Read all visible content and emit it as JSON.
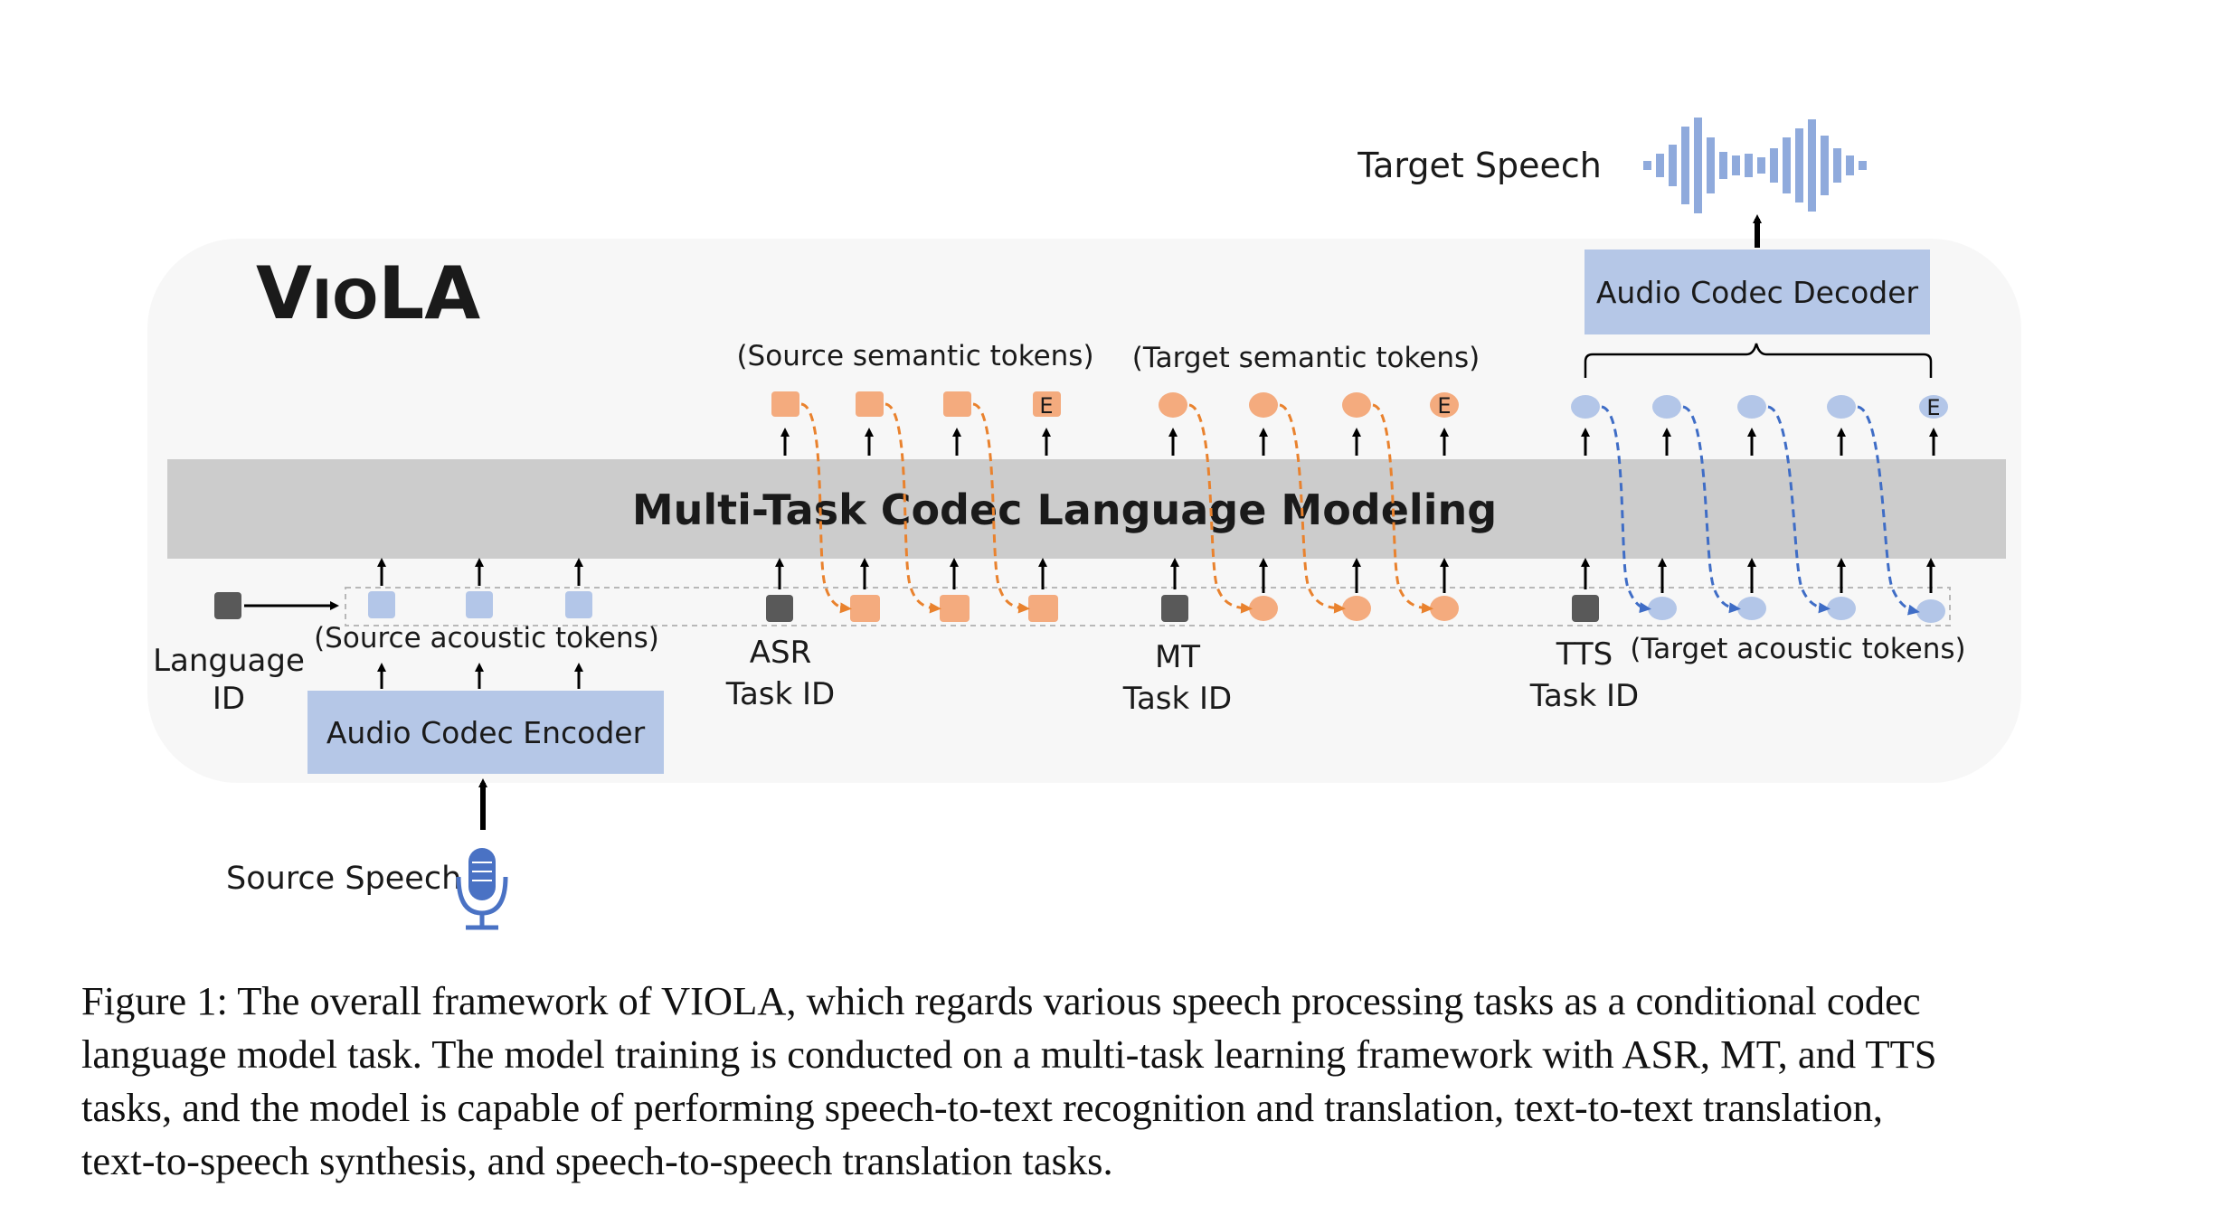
{
  "model": {
    "name_prefix": "V",
    "name_small": "IO",
    "name_suffix": "LA"
  },
  "lm_block": {
    "label": "Multi-Task Codec Language Modeling"
  },
  "decoder": {
    "label": "Audio Codec Decoder"
  },
  "encoder": {
    "label": "Audio Codec Encoder"
  },
  "target_speech": {
    "label": "Target Speech"
  },
  "source_speech": {
    "label": "Source Speech"
  },
  "groups": {
    "source_semantic": "(Source semantic tokens)",
    "target_semantic": "(Target semantic tokens)",
    "source_acoustic": "(Source acoustic tokens)",
    "target_acoustic": "(Target acoustic tokens)"
  },
  "end_token": "E",
  "language_id": {
    "line1": "Language",
    "line2": "ID"
  },
  "asr_id": {
    "line1": "ASR",
    "line2": "Task ID"
  },
  "mt_id": {
    "line1": "MT",
    "line2": "Task ID"
  },
  "tts_id": {
    "line1": "TTS",
    "line2": "Task ID"
  },
  "colors": {
    "orange": "#f4ab7e",
    "orange_arrow": "#e9822e",
    "blue_light": "#b3c6e8",
    "blue_arrow": "#3f6dc6",
    "gray_token": "#595959",
    "lm_band": "#cccccc",
    "panel": "#f7f7f7",
    "codec_box": "#b5c7e7",
    "mic": "#4a72c4",
    "waveform": "#8faadc"
  },
  "caption": {
    "lines": [
      [
        "Figure 1: The overall framework of V",
        "IO",
        "LA, which regards various speech processing tasks as a conditional codec"
      ],
      [
        "language model task. The model training is conducted on a multi-task learning framework with ASR, MT, and TTS"
      ],
      [
        "tasks, and the model is capable of performing speech-to-text recognition and translation, text-to-text translation,"
      ],
      [
        "text-to-speech synthesis, and speech-to-speech translation tasks."
      ]
    ]
  }
}
